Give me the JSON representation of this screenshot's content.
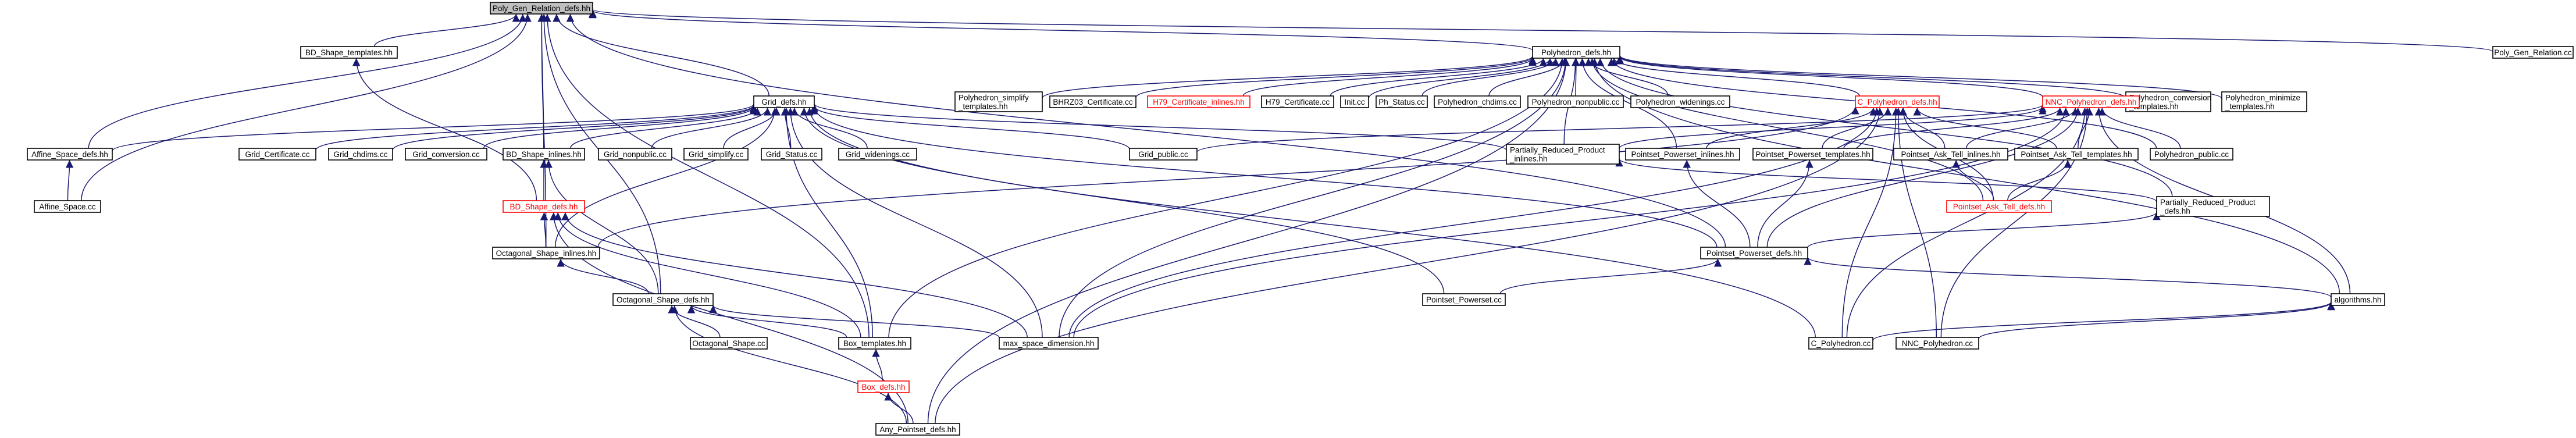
{
  "diagram": {
    "title": "",
    "nodes": [
      {
        "id": "pgr_defs",
        "lines": [
          "Poly_Gen_Relation_defs.hh"
        ],
        "style": "root"
      },
      {
        "id": "bd_templates",
        "lines": [
          "BD_Shape_templates.hh"
        ],
        "style": "normal"
      },
      {
        "id": "poly_defs",
        "lines": [
          "Polyhedron_defs.hh"
        ],
        "style": "normal"
      },
      {
        "id": "pgr_cc",
        "lines": [
          "Poly_Gen_Relation.cc"
        ],
        "style": "normal"
      },
      {
        "id": "poly_simplify",
        "lines": [
          "Polyhedron_simplify",
          "_templates.hh"
        ],
        "style": "normal"
      },
      {
        "id": "bhrz03",
        "lines": [
          "BHRZ03_Certificate.cc"
        ],
        "style": "normal"
      },
      {
        "id": "h79_inlines",
        "lines": [
          "H79_Certificate_inlines.hh"
        ],
        "style": "red"
      },
      {
        "id": "h79_cc",
        "lines": [
          "H79_Certificate.cc"
        ],
        "style": "normal"
      },
      {
        "id": "init_cc",
        "lines": [
          "Init.cc"
        ],
        "style": "normal"
      },
      {
        "id": "ph_status",
        "lines": [
          "Ph_Status.cc"
        ],
        "style": "normal"
      },
      {
        "id": "poly_chdims",
        "lines": [
          "Polyhedron_chdims.cc"
        ],
        "style": "normal"
      },
      {
        "id": "poly_nonpublic",
        "lines": [
          "Polyhedron_nonpublic.cc"
        ],
        "style": "normal"
      },
      {
        "id": "poly_widenings",
        "lines": [
          "Polyhedron_widenings.cc"
        ],
        "style": "normal"
      },
      {
        "id": "poly_conversion",
        "lines": [
          "Polyhedron_conversion",
          "_templates.hh"
        ],
        "style": "normal"
      },
      {
        "id": "poly_minimize",
        "lines": [
          "Polyhedron_minimize",
          "_templates.hh"
        ],
        "style": "normal"
      },
      {
        "id": "grid_defs",
        "lines": [
          "Grid_defs.hh"
        ],
        "style": "normal"
      },
      {
        "id": "cpoly_defs",
        "lines": [
          "C_Polyhedron_defs.hh"
        ],
        "style": "red"
      },
      {
        "id": "nncpoly_defs",
        "lines": [
          "NNC_Polyhedron_defs.hh"
        ],
        "style": "red"
      },
      {
        "id": "affine_defs",
        "lines": [
          "Affine_Space_defs.hh"
        ],
        "style": "normal"
      },
      {
        "id": "grid_cert",
        "lines": [
          "Grid_Certificate.cc"
        ],
        "style": "normal"
      },
      {
        "id": "grid_chdims",
        "lines": [
          "Grid_chdims.cc"
        ],
        "style": "normal"
      },
      {
        "id": "grid_conversion",
        "lines": [
          "Grid_conversion.cc"
        ],
        "style": "normal"
      },
      {
        "id": "bd_inlines",
        "lines": [
          "BD_Shape_inlines.hh"
        ],
        "style": "normal"
      },
      {
        "id": "grid_nonpublic",
        "lines": [
          "Grid_nonpublic.cc"
        ],
        "style": "normal"
      },
      {
        "id": "grid_simplify",
        "lines": [
          "Grid_simplify.cc"
        ],
        "style": "normal"
      },
      {
        "id": "grid_status",
        "lines": [
          "Grid_Status.cc"
        ],
        "style": "normal"
      },
      {
        "id": "grid_widenings",
        "lines": [
          "Grid_widenings.cc"
        ],
        "style": "normal"
      },
      {
        "id": "grid_public",
        "lines": [
          "Grid_public.cc"
        ],
        "style": "normal"
      },
      {
        "id": "prp_inlines",
        "lines": [
          "Partially_Reduced_Product",
          "_inlines.hh"
        ],
        "style": "normal"
      },
      {
        "id": "pps_inlines",
        "lines": [
          "Pointset_Powerset_inlines.hh"
        ],
        "style": "normal"
      },
      {
        "id": "pps_templates",
        "lines": [
          "Pointset_Powerset_templates.hh"
        ],
        "style": "normal"
      },
      {
        "id": "pat_inlines",
        "lines": [
          "Pointset_Ask_Tell_inlines.hh"
        ],
        "style": "normal"
      },
      {
        "id": "pat_templates",
        "lines": [
          "Pointset_Ask_Tell_templates.hh"
        ],
        "style": "normal"
      },
      {
        "id": "poly_public",
        "lines": [
          "Polyhedron_public.cc"
        ],
        "style": "normal"
      },
      {
        "id": "affine_cc",
        "lines": [
          "Affine_Space.cc"
        ],
        "style": "normal"
      },
      {
        "id": "bd_defs",
        "lines": [
          "BD_Shape_defs.hh"
        ],
        "style": "red"
      },
      {
        "id": "pat_defs",
        "lines": [
          "Pointset_Ask_Tell_defs.hh"
        ],
        "style": "red"
      },
      {
        "id": "prp_defs",
        "lines": [
          "Partially_Reduced_Product",
          "_defs.hh"
        ],
        "style": "normal"
      },
      {
        "id": "oct_inlines",
        "lines": [
          "Octagonal_Shape_inlines.hh"
        ],
        "style": "normal"
      },
      {
        "id": "pps_defs",
        "lines": [
          "Pointset_Powerset_defs.hh"
        ],
        "style": "normal"
      },
      {
        "id": "pps_cc",
        "lines": [
          "Pointset_Powerset.cc"
        ],
        "style": "normal"
      },
      {
        "id": "oct_defs",
        "lines": [
          "Octagonal_Shape_defs.hh"
        ],
        "style": "normal"
      },
      {
        "id": "algorithms",
        "lines": [
          "algorithms.hh"
        ],
        "style": "normal"
      },
      {
        "id": "oct_cc",
        "lines": [
          "Octagonal_Shape.cc"
        ],
        "style": "normal"
      },
      {
        "id": "box_templates",
        "lines": [
          "Box_templates.hh"
        ],
        "style": "normal"
      },
      {
        "id": "max_space",
        "lines": [
          "max_space_dimension.hh"
        ],
        "style": "normal"
      },
      {
        "id": "cpoly_cc",
        "lines": [
          "C_Polyhedron.cc"
        ],
        "style": "normal"
      },
      {
        "id": "nncpoly_cc",
        "lines": [
          "NNC_Polyhedron.cc"
        ],
        "style": "normal"
      },
      {
        "id": "box_defs",
        "lines": [
          "Box_defs.hh"
        ],
        "style": "red"
      },
      {
        "id": "anyps_defs",
        "lines": [
          "Any_Pointset_defs.hh"
        ],
        "style": "normal"
      }
    ]
  }
}
